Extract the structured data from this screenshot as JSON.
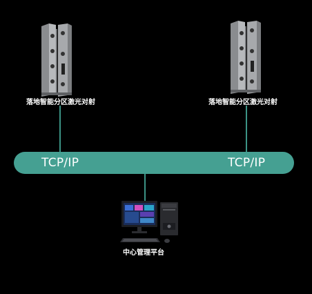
{
  "network": {
    "left_protocol": "TCP/IP",
    "right_protocol": "TCP/IP",
    "bus_color": "#45a092"
  },
  "devices": {
    "left_detector_label": "落地智能分区激光对射",
    "right_detector_label": "落地智能分区激光对射",
    "computer_label": "中心管理平台"
  }
}
